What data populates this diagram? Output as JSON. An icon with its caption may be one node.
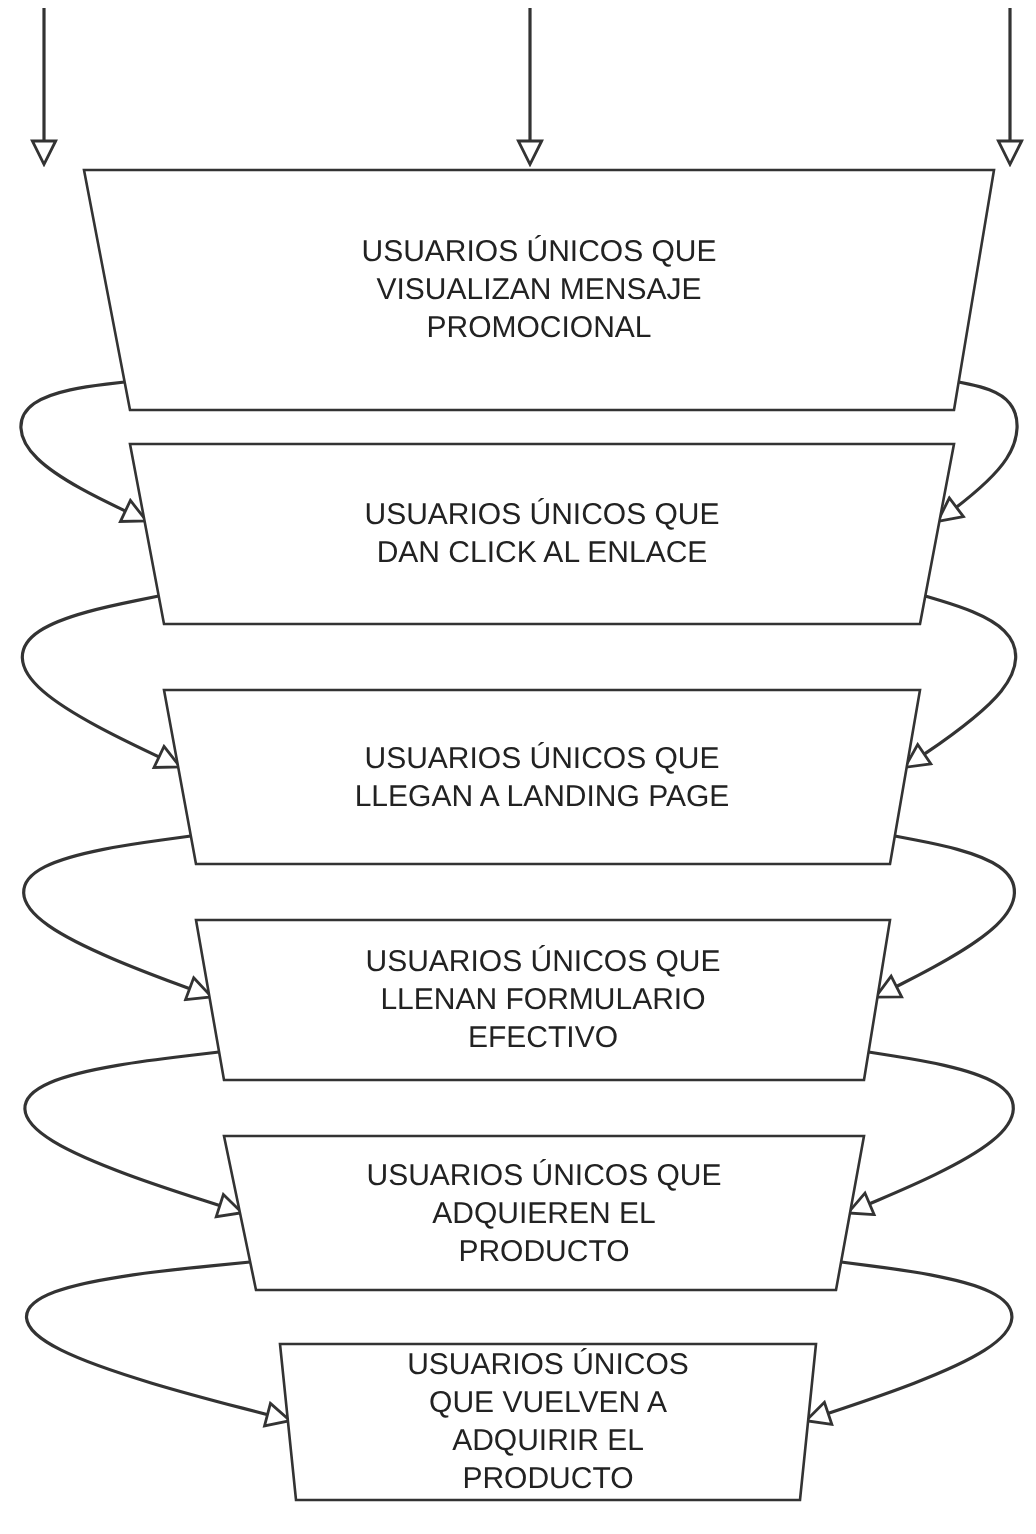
{
  "diagram": {
    "nodes": [
      {
        "text": [
          "USUARIOS ÚNICOS QUE VISUALIZAN MENSAJE PROMOCIONAL"
        ]
      },
      {
        "text": [
          "USUARIOS ÚNICOS QUE DAN CLICK AL ENLACE"
        ]
      },
      {
        "text": [
          "USUARIOS ÚNICOS QUE LLEGAN A LANDING PAGE"
        ]
      },
      {
        "text": [
          "USUARIOS ÚNICOS QUE LLENAN FORMULARIO EFECTIVO"
        ]
      },
      {
        "text": [
          "USUARIOS ÚNICOS QUE ADQUIEREN EL PRODUCTO"
        ]
      },
      {
        "text": [
          "USUARIOS ÚNICOS QUE VUELVEN A ADQUIRIR EL PRODUCTO"
        ]
      }
    ],
    "edges": [
      {
        "from": null,
        "to": 0,
        "arrow": "to"
      },
      {
        "from": null,
        "to": 0,
        "arrow": "to"
      },
      {
        "from": null,
        "to": 0,
        "arrow": "to"
      },
      {
        "from": 0,
        "to": 1,
        "arrow": "to"
      },
      {
        "from": 0,
        "to": 1,
        "arrow": "to"
      },
      {
        "from": 1,
        "to": 2,
        "arrow": "to"
      },
      {
        "from": 1,
        "to": 2,
        "arrow": "to"
      },
      {
        "from": 2,
        "to": 3,
        "arrow": "to"
      },
      {
        "from": 2,
        "to": 3,
        "arrow": "to"
      },
      {
        "from": 3,
        "to": 4,
        "arrow": "to"
      },
      {
        "from": 3,
        "to": 4,
        "arrow": "to"
      },
      {
        "from": 4,
        "to": 5,
        "arrow": "to"
      },
      {
        "from": 4,
        "to": 5,
        "arrow": "to"
      }
    ]
  }
}
